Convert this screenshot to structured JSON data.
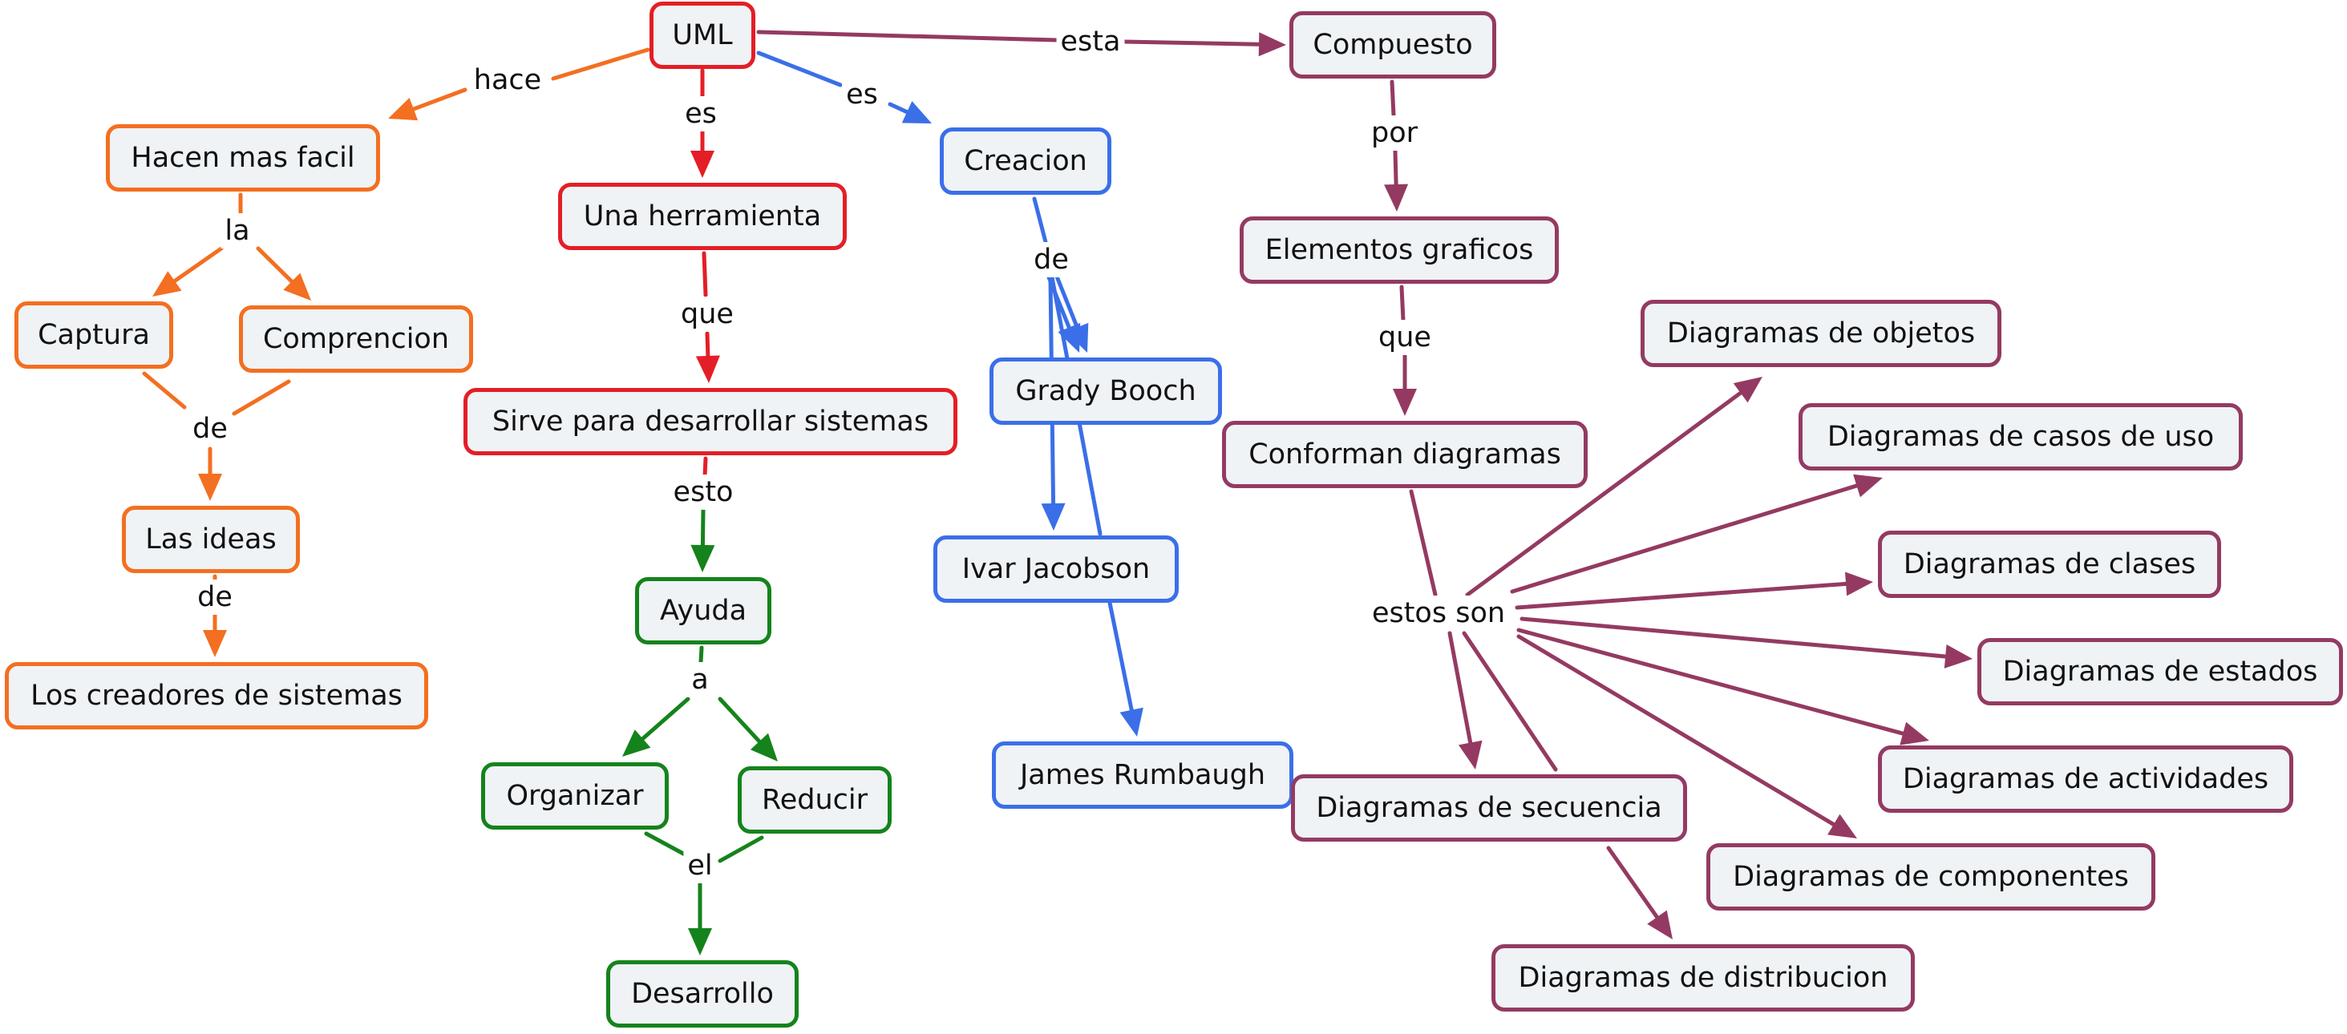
{
  "colors": {
    "orange": "#f36f21",
    "red": "#e41e26",
    "blue": "#3a6fe8",
    "green": "#15831c",
    "purple": "#943a62",
    "node_fill": "#eff3f6"
  },
  "nodes": {
    "uml": "UML",
    "hacen_mas_facil": "Hacen mas facil",
    "captura": "Captura",
    "comprencion": "Comprencion",
    "las_ideas": "Las ideas",
    "los_creadores": "Los creadores de sistemas",
    "una_herramienta": "Una herramienta",
    "sirve_para": "Sirve para desarrollar sistemas",
    "ayuda": "Ayuda",
    "organizar": "Organizar",
    "reducir": "Reducir",
    "desarrollo": "Desarrollo",
    "creacion": "Creacion",
    "grady_booch": "Grady Booch",
    "ivar_jacobson": "Ivar Jacobson",
    "james_rumbaugh": "James Rumbaugh",
    "compuesto": "Compuesto",
    "elementos_graficos": "Elementos graficos",
    "conforman_diagramas": "Conforman diagramas",
    "diag_objetos": "Diagramas de objetos",
    "diag_casos_uso": "Diagramas de casos de uso",
    "diag_clases": "Diagramas de clases",
    "diag_estados": "Diagramas de estados",
    "diag_actividades": "Diagramas de actividades",
    "diag_componentes": "Diagramas de componentes",
    "diag_secuencia": "Diagramas de secuencia",
    "diag_distribucion": "Diagramas de distribucion"
  },
  "links": {
    "hace": "hace",
    "es_red": "es",
    "es_blue": "es",
    "esta": "esta",
    "la": "la",
    "de_orange_1": "de",
    "de_orange_2": "de",
    "que_red": "que",
    "esto": "esto",
    "a": "a",
    "el": "el",
    "de_blue": "de",
    "por": "por",
    "que_purple": "que",
    "estos_son": "estos son"
  }
}
